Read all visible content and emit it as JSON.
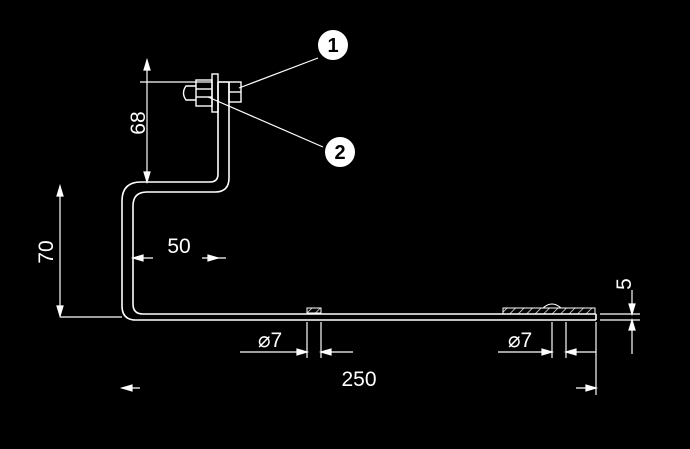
{
  "colors": {
    "background": "#000000",
    "line": "#ffffff",
    "balloon_fill": "#ffffff",
    "balloon_text": "#000000"
  },
  "dimensions": {
    "height_upper": "68",
    "height_total": "70",
    "offset": "50",
    "length": "250",
    "thickness": "5",
    "hole_left": "⌀7",
    "hole_right": "⌀7"
  },
  "balloons": {
    "item1": "1",
    "item2": "2"
  }
}
